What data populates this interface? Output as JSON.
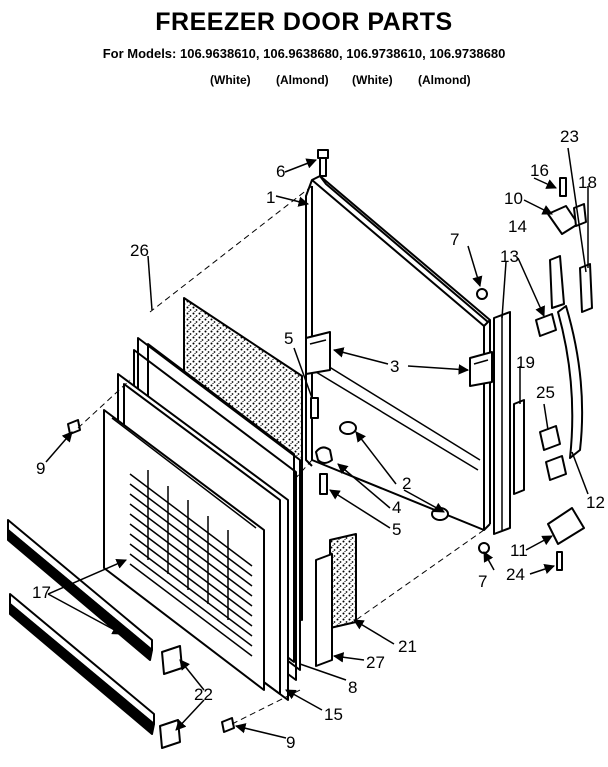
{
  "title": "FREEZER DOOR PARTS",
  "models_line": "For Models: 106.9638610, 106.9638680, 106.9738610, 106.9738680",
  "model_colors": [
    "(White)",
    "(Almond)",
    "(White)",
    "(Almond)"
  ],
  "callouts": [
    {
      "id": "c1",
      "label": "1"
    },
    {
      "id": "c2",
      "label": "2"
    },
    {
      "id": "c3",
      "label": "3"
    },
    {
      "id": "c4",
      "label": "4"
    },
    {
      "id": "c5a",
      "label": "5"
    },
    {
      "id": "c5b",
      "label": "5"
    },
    {
      "id": "c6",
      "label": "6"
    },
    {
      "id": "c7a",
      "label": "7"
    },
    {
      "id": "c7b",
      "label": "7"
    },
    {
      "id": "c8",
      "label": "8"
    },
    {
      "id": "c9a",
      "label": "9"
    },
    {
      "id": "c9b",
      "label": "9"
    },
    {
      "id": "c10",
      "label": "10"
    },
    {
      "id": "c11",
      "label": "11"
    },
    {
      "id": "c12",
      "label": "12"
    },
    {
      "id": "c13",
      "label": "13"
    },
    {
      "id": "c14",
      "label": "14"
    },
    {
      "id": "c15",
      "label": "15"
    },
    {
      "id": "c16",
      "label": "16"
    },
    {
      "id": "c17",
      "label": "17"
    },
    {
      "id": "c18",
      "label": "18"
    },
    {
      "id": "c19",
      "label": "19"
    },
    {
      "id": "c21",
      "label": "21"
    },
    {
      "id": "c22",
      "label": "22"
    },
    {
      "id": "c23",
      "label": "23"
    },
    {
      "id": "c24",
      "label": "24"
    },
    {
      "id": "c25",
      "label": "25"
    },
    {
      "id": "c26",
      "label": "26"
    },
    {
      "id": "c27",
      "label": "27"
    }
  ]
}
